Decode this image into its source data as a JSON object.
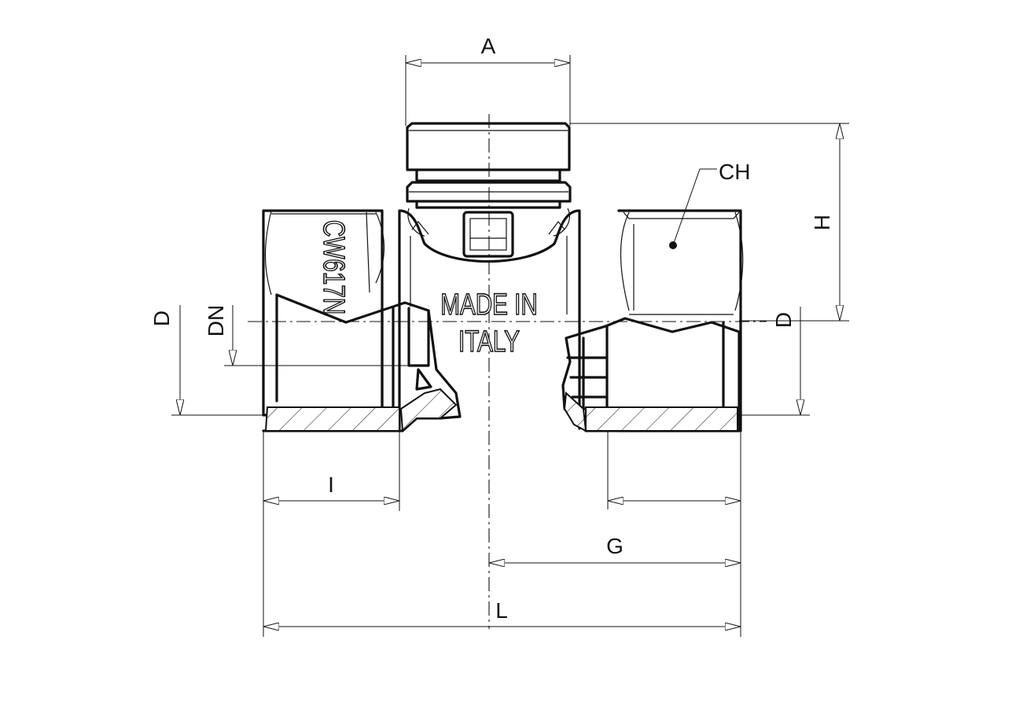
{
  "drawing": {
    "dimensions": {
      "a": "A",
      "ch": "CH",
      "h": "H",
      "d_left": "D",
      "dn": "DN",
      "d_right": "D",
      "i": "I",
      "g": "G",
      "l": "L"
    },
    "engravings": {
      "material": "CW617N",
      "origin_line1": "MADE IN",
      "origin_line2": "ITALY"
    }
  }
}
